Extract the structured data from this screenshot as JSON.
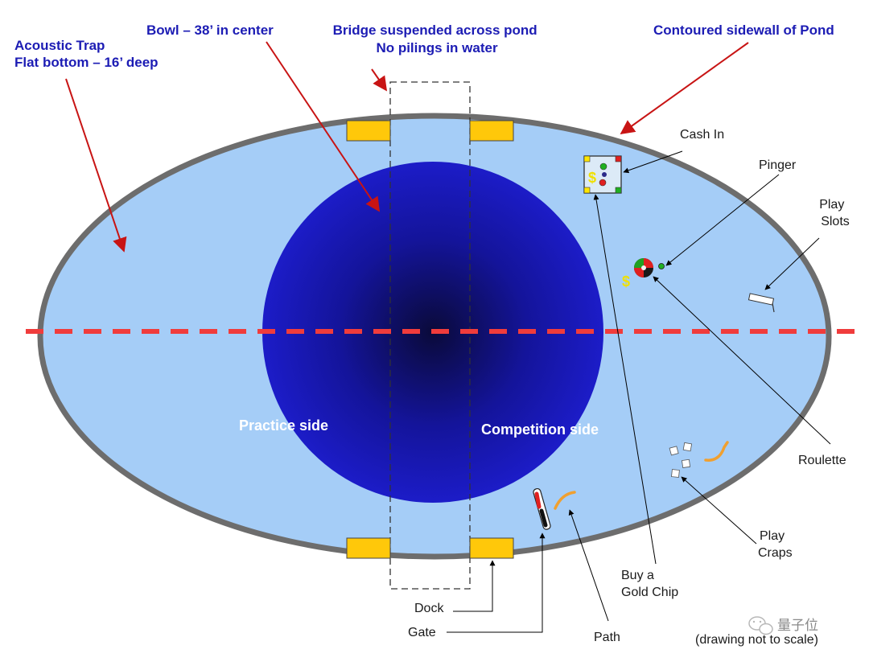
{
  "colors": {
    "pond_fill": "#a5cdf7",
    "pond_wall": "#6d6d6d",
    "bowl_edge": "#1c1cc8",
    "bowl_center": "#0a0a3a",
    "dock": "#ffc80a",
    "center_line": "#f03c3c",
    "callout_arrow": "#c81414",
    "pointer_arrow": "#000000",
    "header_text": "#1c1cb4"
  },
  "labels": {
    "acoustic_trap": [
      "Acoustic Trap",
      "Flat bottom – 16’ deep"
    ],
    "bowl": "Bowl – 38’ in center",
    "bridge": [
      "Bridge suspended across pond",
      "No pilings in water"
    ],
    "sidewall": "Contoured sidewall of Pond",
    "cash_in": "Cash In",
    "pinger": "Pinger",
    "play_slots": [
      "Play",
      "Slots"
    ],
    "roulette": "Roulette",
    "play_craps": [
      "Play",
      "Craps"
    ],
    "buy_gold_chip": [
      "Buy a",
      "Gold Chip"
    ],
    "path": "Path",
    "dock": "Dock",
    "gate": "Gate",
    "practice_side": "Practice side",
    "competition_side": "Competition side",
    "not_to_scale": "(drawing not to scale)",
    "dollar": "$",
    "watermark": "量子位"
  },
  "icons": {
    "cash_in_station": "cash-in-box-icon",
    "roulette_wheel": "roulette-wheel-icon",
    "slot_machine": "slot-bar-icon",
    "dice": "dice-icon",
    "gate": "gate-icon",
    "path": "path-curve-icon",
    "watermark_logo": "wechat-logo-icon"
  }
}
